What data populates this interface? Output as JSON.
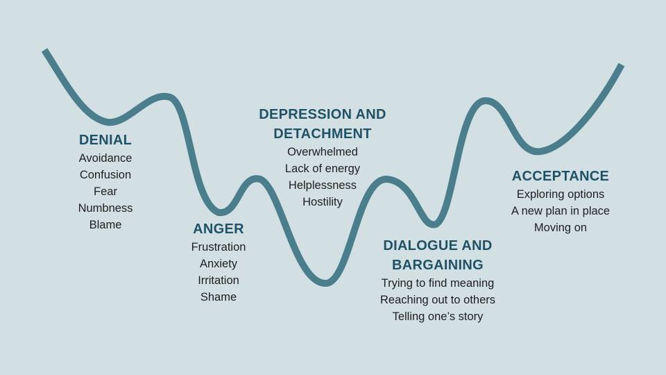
{
  "colors": {
    "background": "#d2e0e3",
    "curve": "#4a7e8d",
    "heading": "#1f5266",
    "body_text": "#1e1e1e"
  },
  "stages": [
    {
      "title_lines": [
        "DENIAL"
      ],
      "items": [
        "Avoidance",
        "Confusion",
        "Fear",
        "Numbness",
        "Blame"
      ]
    },
    {
      "title_lines": [
        "ANGER"
      ],
      "items": [
        "Frustration",
        "Anxiety",
        "Irritation",
        "Shame"
      ]
    },
    {
      "title_lines": [
        "DEPRESSION AND",
        "DETACHMENT"
      ],
      "items": [
        "Overwhelmed",
        "Lack of energy",
        "Helplessness",
        "Hostility"
      ]
    },
    {
      "title_lines": [
        "DIALOGUE AND",
        "BARGAINING"
      ],
      "items": [
        "Trying to find meaning",
        "Reaching out to others",
        "Telling one’s story"
      ]
    },
    {
      "title_lines": [
        "ACCEPTANCE"
      ],
      "items": [
        "Exploring options",
        "A new plan in place",
        "Moving on"
      ]
    }
  ]
}
